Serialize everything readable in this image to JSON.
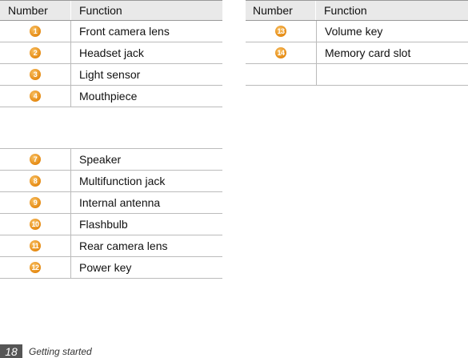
{
  "left_table": {
    "header": {
      "number": "Number",
      "function": "Function"
    },
    "rows_top": [
      {
        "num": "1",
        "function": "Front camera lens"
      },
      {
        "num": "2",
        "function": "Headset jack"
      },
      {
        "num": "3",
        "function": "Light sensor"
      },
      {
        "num": "4",
        "function": "Mouthpiece"
      }
    ],
    "rows_bottom": [
      {
        "num": "7",
        "function": "Speaker"
      },
      {
        "num": "8",
        "function": "Multifunction jack"
      },
      {
        "num": "9",
        "function": "Internal antenna"
      },
      {
        "num": "10",
        "function": "Flashbulb"
      },
      {
        "num": "11",
        "function": "Rear camera lens"
      },
      {
        "num": "12",
        "function": "Power key"
      }
    ]
  },
  "right_table": {
    "header": {
      "number": "Number",
      "function": "Function"
    },
    "rows": [
      {
        "num": "13",
        "function": "Volume key"
      },
      {
        "num": "14",
        "function": "Memory card slot"
      }
    ]
  },
  "footer": {
    "page_number": "18",
    "section": "Getting started"
  },
  "colors": {
    "badge": "#e58a12",
    "header_bg": "#e9e9e9",
    "page_box": "#555555"
  }
}
